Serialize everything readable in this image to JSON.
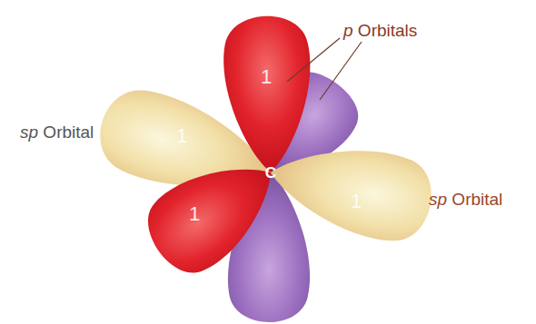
{
  "diagram": {
    "labels": [
      "p Orbitals",
      "sp Orbital",
      "sp Orbital",
      "1",
      "1",
      "1",
      "1",
      "C"
    ]
  }
}
